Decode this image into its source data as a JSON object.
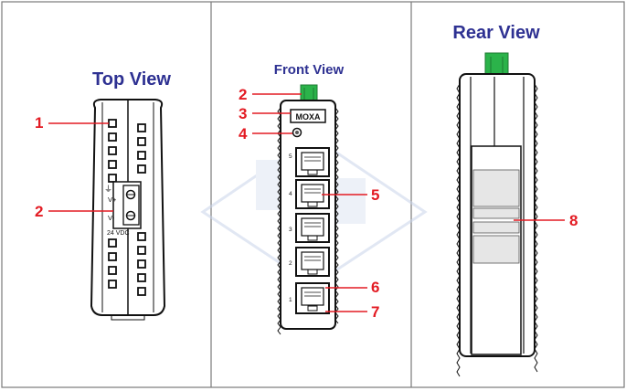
{
  "panels": [
    {
      "title": "Top View",
      "callouts": [
        "1",
        "2"
      ],
      "terminal_labels": [
        "V+",
        "V-"
      ],
      "voltage_label": "24 VDC"
    },
    {
      "title": "Front View",
      "callouts": [
        "2",
        "3",
        "4",
        "5",
        "6",
        "7"
      ],
      "brand_logo": "MOXA",
      "port_numbers": [
        "5",
        "4",
        "3",
        "2",
        "1"
      ]
    },
    {
      "title": "Rear View",
      "callouts": [
        "8"
      ]
    }
  ],
  "colors": {
    "title": "#2e3192",
    "callout": "#e31b23",
    "connector": "#2bb34a",
    "watermark": "#c9d4ea"
  }
}
